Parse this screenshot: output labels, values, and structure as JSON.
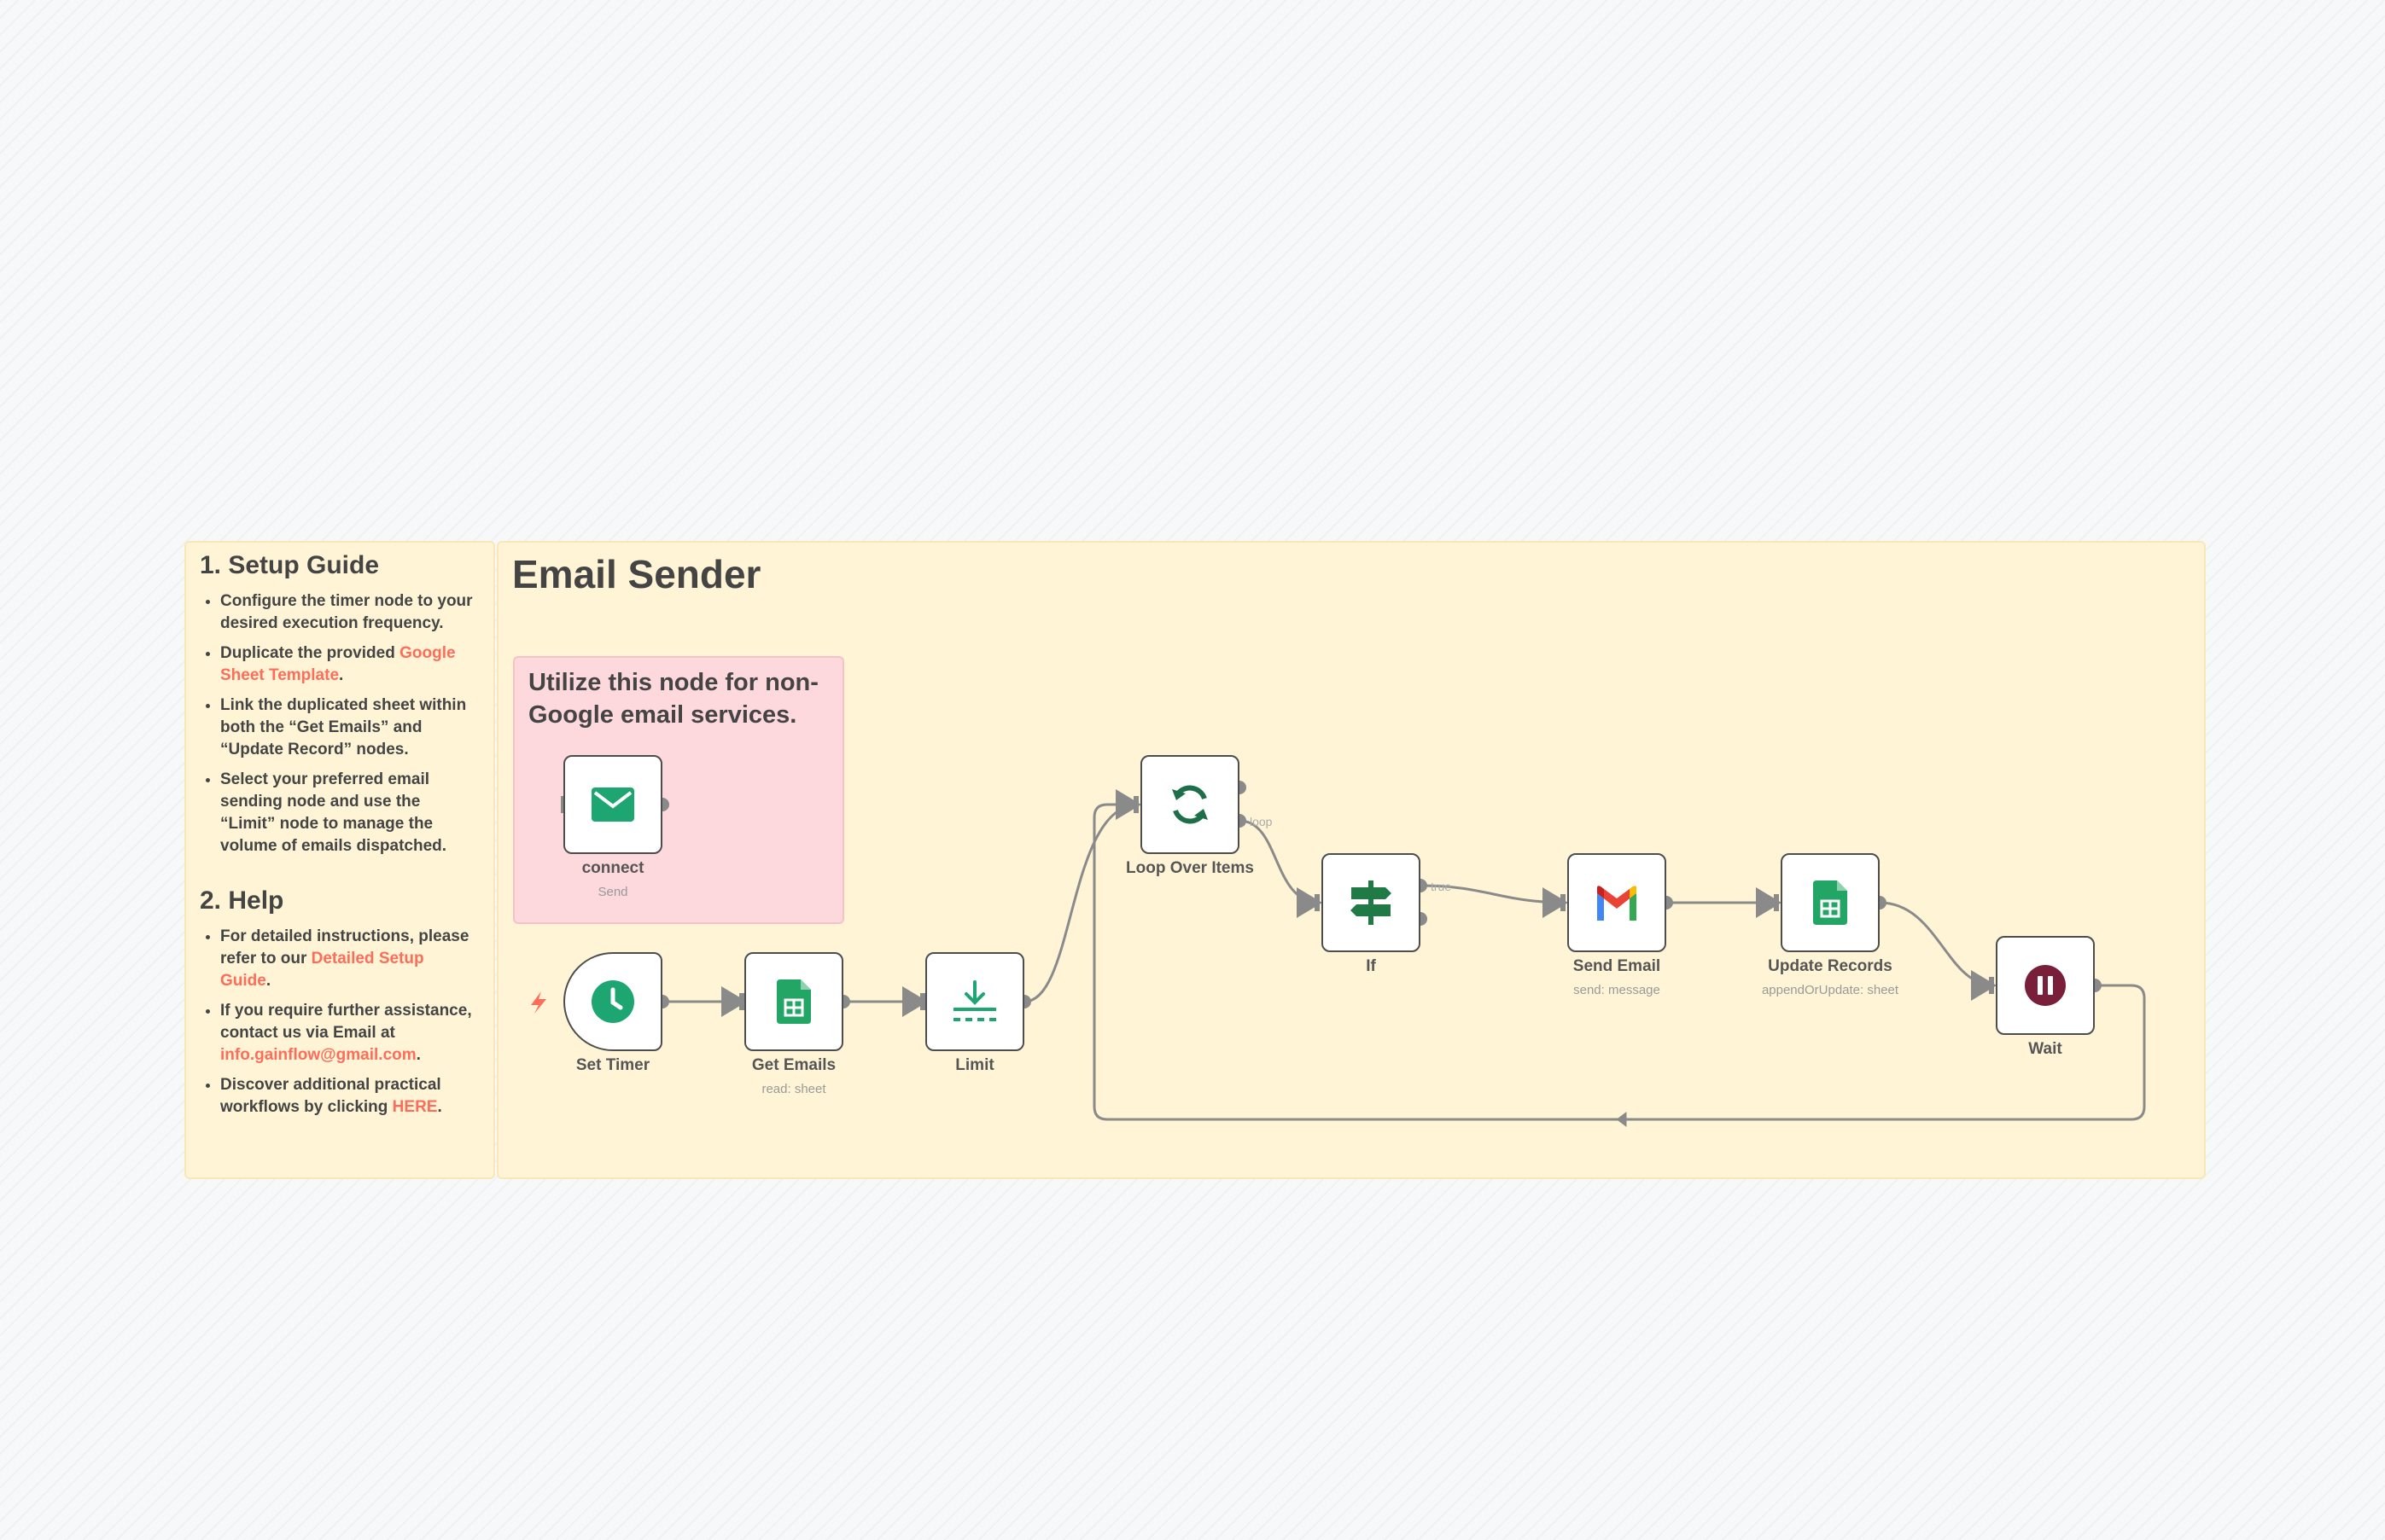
{
  "setup_guide": {
    "title": "1. Setup Guide",
    "items": [
      {
        "text": "Configure the timer node to your desired execution frequency."
      },
      {
        "pre": "Duplicate the provided ",
        "link": "Google Sheet Template",
        "post": "."
      },
      {
        "text": "Link the duplicated sheet within both the “Get Emails” and “Update Record” nodes."
      },
      {
        "text": "Select your preferred email sending node and use the “Limit” node to manage the volume of emails dispatched."
      }
    ]
  },
  "help": {
    "title": "2. Help",
    "items": [
      {
        "pre": "For detailed instructions, please refer to our ",
        "link": "Detailed Setup Guide",
        "post": "."
      },
      {
        "pre": "If you require further assistance, contact us via Email at ",
        "link": "info.gainflow@gmail.com",
        "post": "."
      },
      {
        "pre": "Discover additional practical workflows by clicking ",
        "link": "HERE",
        "post": "."
      }
    ]
  },
  "workflow": {
    "title": "Email Sender",
    "alt_note": "Utilize this node for non-Google email services."
  },
  "nodes": {
    "connect": {
      "label": "connect",
      "sub": "Send"
    },
    "set_timer": {
      "label": "Set Timer",
      "sub": ""
    },
    "get_emails": {
      "label": "Get Emails",
      "sub": "read: sheet"
    },
    "limit": {
      "label": "Limit",
      "sub": ""
    },
    "loop": {
      "label": "Loop Over Items",
      "sub": ""
    },
    "if": {
      "label": "If",
      "sub": ""
    },
    "send_email": {
      "label": "Send Email",
      "sub": "send: message"
    },
    "update_records": {
      "label": "Update Records",
      "sub": "appendOrUpdate: sheet"
    },
    "wait": {
      "label": "Wait",
      "sub": ""
    }
  },
  "edge_labels": {
    "loop": "loop",
    "true": "true"
  },
  "colors": {
    "sticky_yellow": "#fff5d6",
    "sticky_pink": "#fdd8dc",
    "link": "#ff6d5a",
    "edge": "#8a8a8a",
    "timer_green": "#1ea672",
    "sheets_green": "#23a566",
    "loop_green": "#1f6e4a",
    "if_green": "#1f7a45",
    "wait_maroon": "#7a1f3a"
  }
}
